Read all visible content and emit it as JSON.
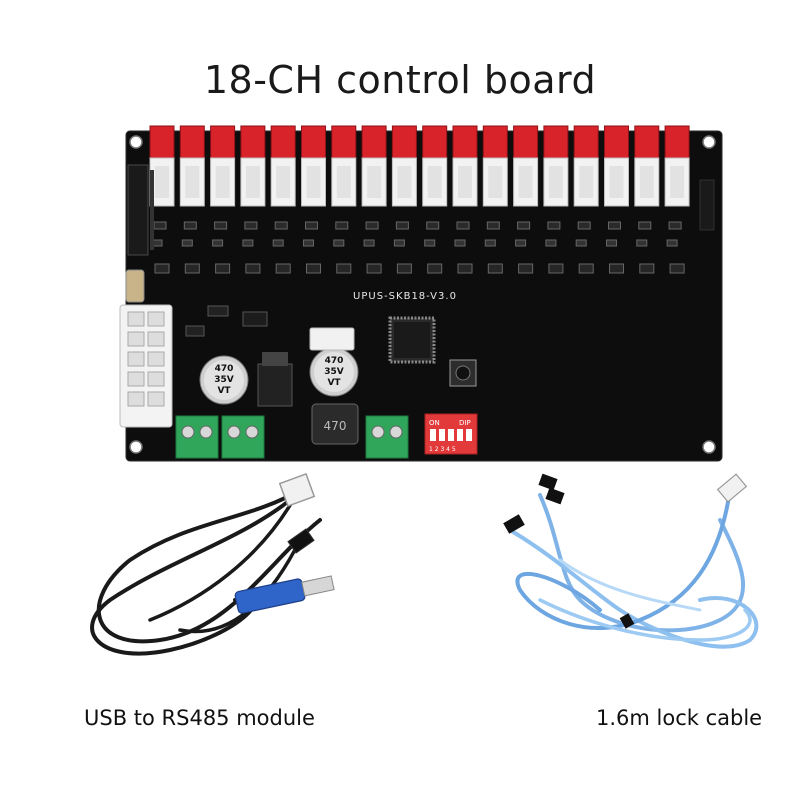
{
  "title": "18-CH control board",
  "board": {
    "model_label": "UPUS-SKB18-V3.0",
    "capacitor_left": [
      "470",
      "35V",
      "VT"
    ],
    "capacitor_right": [
      "470",
      "35V",
      "VT"
    ],
    "inductor_label": "470",
    "dip_on_label": "ON",
    "dip_dip_label": "DIP",
    "dip_numbers": "1 2 3 4 5",
    "channel_count": 18,
    "colors": {
      "pcb": "#0d0d0d",
      "header_red": "#d8232a",
      "connector_white": "#f2f2f2",
      "terminal_green": "#2fa65a",
      "dip_red": "#e23a3a"
    }
  },
  "captions": {
    "usb_module": "USB to RS485 module",
    "lock_cable": "1.6m lock cable"
  }
}
